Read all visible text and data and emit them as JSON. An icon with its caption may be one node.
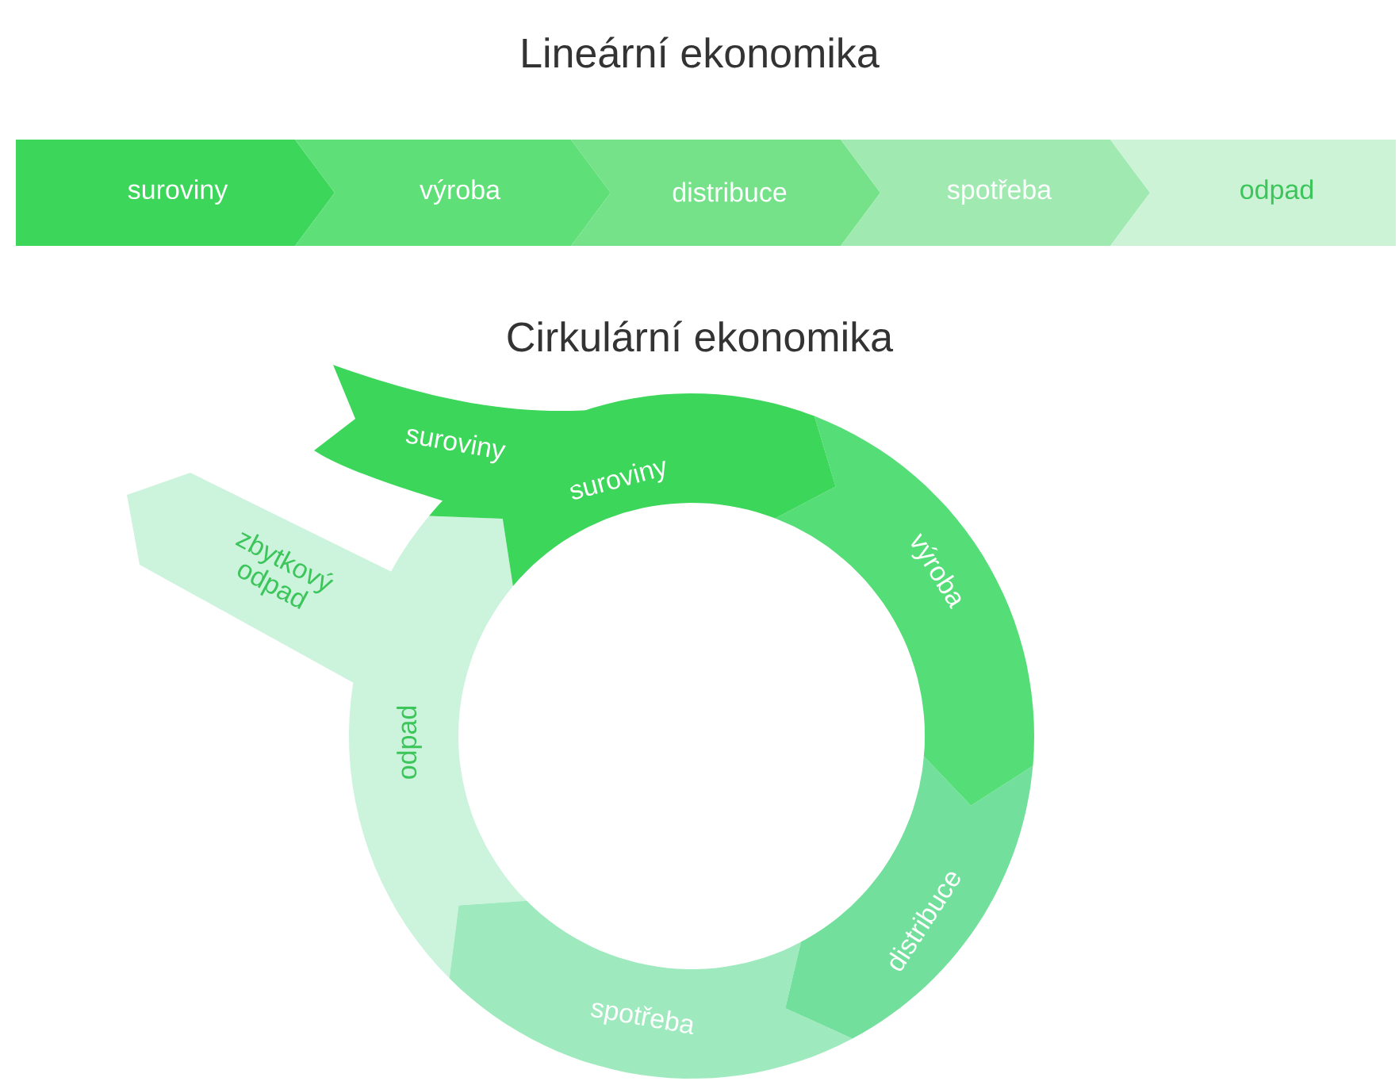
{
  "diagram": {
    "title": "Lineární ekonomika",
    "nodes": [
      {
        "text": [
          "suroviny"
        ]
      },
      {
        "text": [
          "výroba"
        ]
      },
      {
        "text": [
          "distribuce"
        ]
      },
      {
        "text": [
          "spotřeba"
        ]
      },
      {
        "text": [
          "odpad"
        ]
      },
      {
        "text": [
          "suroviny"
        ]
      },
      {
        "text": [
          "suroviny"
        ]
      },
      {
        "text": [
          "výroba"
        ]
      },
      {
        "text": [
          "distribuce"
        ]
      },
      {
        "text": [
          "spotřeba"
        ]
      },
      {
        "text": [
          "odpad"
        ]
      },
      {
        "text": [
          "zbytkový odpad"
        ]
      }
    ],
    "labels": [
      "Cirkulární ekonomika"
    ]
  }
}
